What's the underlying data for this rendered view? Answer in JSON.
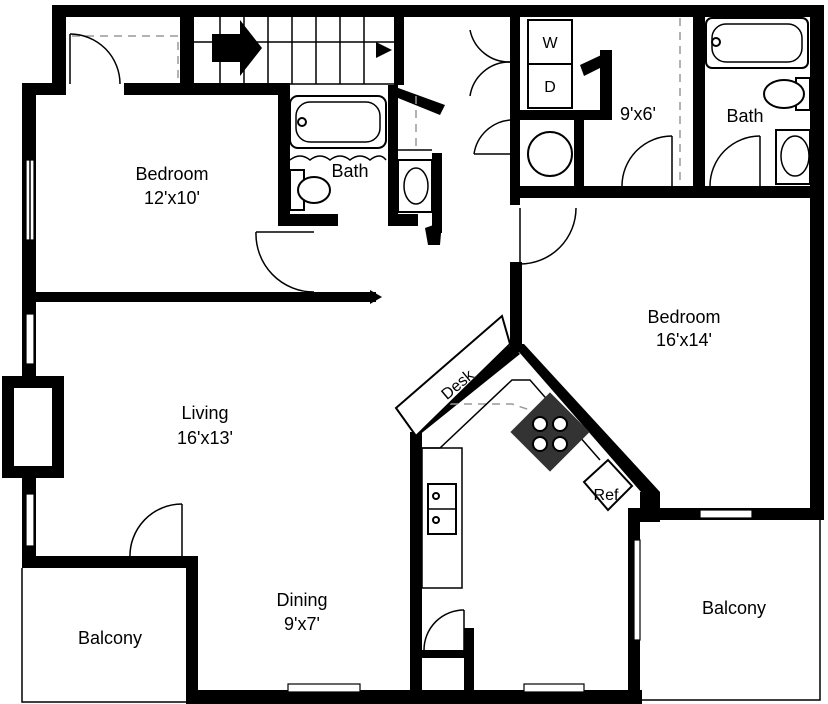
{
  "rooms": {
    "bedroom_left": {
      "name": "Bedroom",
      "size": "12'x10'"
    },
    "bath_center": {
      "name": "Bath"
    },
    "closet": {
      "name": "9'x6'"
    },
    "bath_right": {
      "name": "Bath"
    },
    "bedroom_right": {
      "name": "Bedroom",
      "size": "16'x14'"
    },
    "living": {
      "name": "Living",
      "size": "16'x13'"
    },
    "dining": {
      "name": "Dining",
      "size": "9'x7'"
    },
    "balcony_left": {
      "name": "Balcony"
    },
    "balcony_right": {
      "name": "Balcony"
    }
  },
  "fixtures": {
    "washer": "W",
    "dryer": "D",
    "desk": "Desk",
    "fridge": "Ref"
  }
}
